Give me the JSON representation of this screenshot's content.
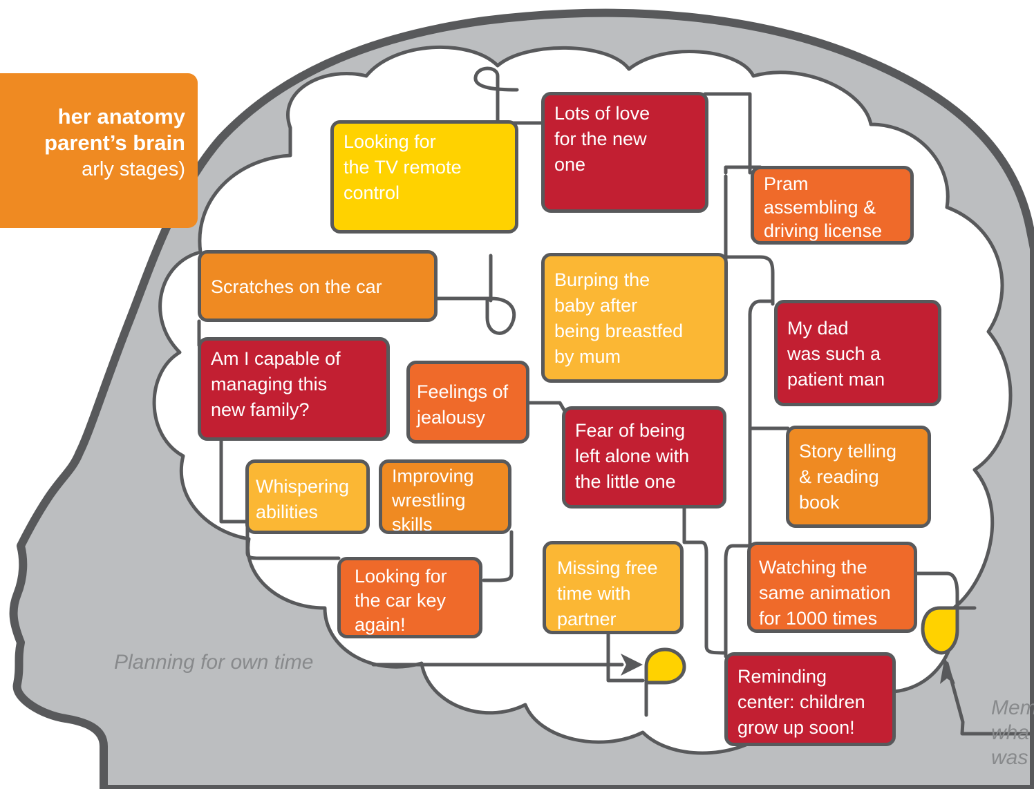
{
  "title": {
    "line1": "her anatomy",
    "line2": "parent’s brain",
    "line3": "arly stages)"
  },
  "nodes": {
    "tv_remote": "Looking for\nthe TV remote\ncontrol",
    "love": "Lots of love\nfor the new\none",
    "pram": "Pram\nassembling &\ndriving license",
    "scratches": "Scratches on the car",
    "burping": "Burping the\nbaby after\nbeing breastfed\nby mum",
    "capable": "Am I capable of\nmanaging this\nnew family?",
    "jealousy": "Feelings of\njealousy",
    "dad": "My dad\nwas such a\npatient man",
    "fear": "Fear of being\nleft alone with\nthe little one",
    "story": "Story telling\n& reading\nbook",
    "whispering": "Whispering\nabilities",
    "wrestling": "Improving\nwrestling\nskills",
    "car_key": "Looking for\nthe car key\nagain!",
    "free_time": "Missing free\ntime with\npartner",
    "animation": "Watching the\nsame animation\nfor 1000 times",
    "reminding": "Reminding\ncenter: children\ngrow up soon!"
  },
  "captions": {
    "planning": "Planning for own time",
    "memory_line1": "Mem",
    "memory_line2": "wha",
    "memory_line3": "was"
  },
  "colors": {
    "head": "#bcbec0",
    "outline": "#58595b",
    "yellow": "#ffd200",
    "gold": "#fbb734",
    "orange": "#ef8a22",
    "dark_orange": "#ef6a2a",
    "red": "#c21f32"
  }
}
